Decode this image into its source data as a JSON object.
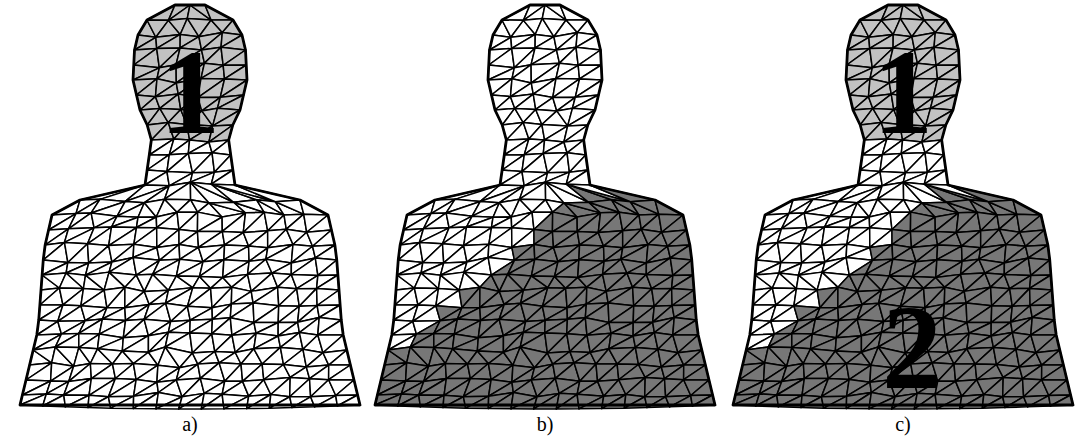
{
  "diagram": {
    "labels": [
      "1",
      "a)",
      "b)",
      "1",
      "2",
      "c)"
    ]
  }
}
